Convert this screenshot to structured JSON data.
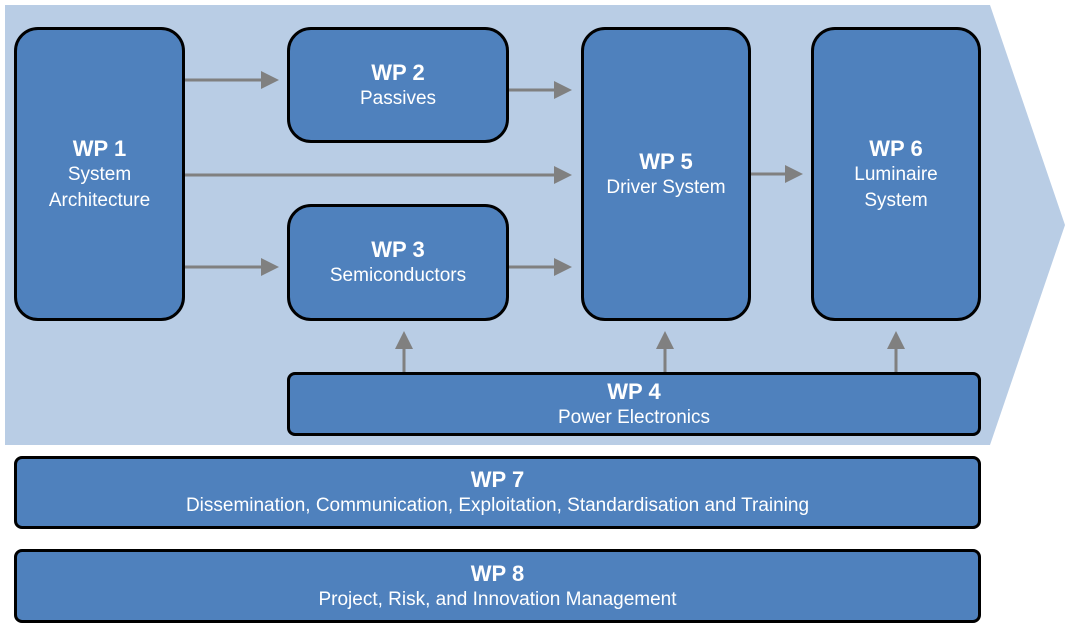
{
  "diagram": {
    "colors": {
      "background_arrow": "#b9cde5",
      "box_fill": "#4f81bd",
      "box_border": "#000000",
      "connector": "#808080",
      "text": "#ffffff"
    },
    "wp1": {
      "title": "WP 1",
      "subtitle": "System\nArchitecture"
    },
    "wp2": {
      "title": "WP 2",
      "subtitle": "Passives"
    },
    "wp3": {
      "title": "WP 3",
      "subtitle": "Semiconductors"
    },
    "wp4": {
      "title": "WP 4",
      "subtitle": "Power Electronics"
    },
    "wp5": {
      "title": "WP 5",
      "subtitle": "Driver System"
    },
    "wp6": {
      "title": "WP 6",
      "subtitle": "Luminaire\nSystem"
    },
    "wp7": {
      "title": "WP 7",
      "subtitle": "Dissemination, Communication, Exploitation, Standardisation and Training"
    },
    "wp8": {
      "title": "WP 8",
      "subtitle": "Project, Risk, and Innovation Management"
    },
    "connections": [
      {
        "from": "WP 1",
        "to": "WP 2"
      },
      {
        "from": "WP 1",
        "to": "WP 3"
      },
      {
        "from": "WP 1",
        "to": "WP 5"
      },
      {
        "from": "WP 2",
        "to": "WP 5"
      },
      {
        "from": "WP 3",
        "to": "WP 5"
      },
      {
        "from": "WP 5",
        "to": "WP 6"
      },
      {
        "from": "WP 4",
        "to": "WP 3"
      },
      {
        "from": "WP 4",
        "to": "WP 5"
      },
      {
        "from": "WP 4",
        "to": "WP 6"
      }
    ]
  }
}
